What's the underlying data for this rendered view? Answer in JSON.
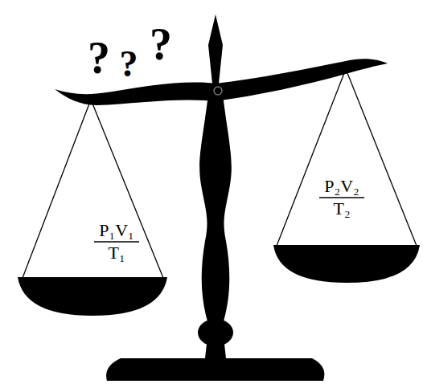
{
  "diagram": {
    "labels": [
      "?",
      "?",
      "?",
      "P₁V₁",
      "T₁",
      "P₂V₂",
      "T₂"
    ]
  }
}
